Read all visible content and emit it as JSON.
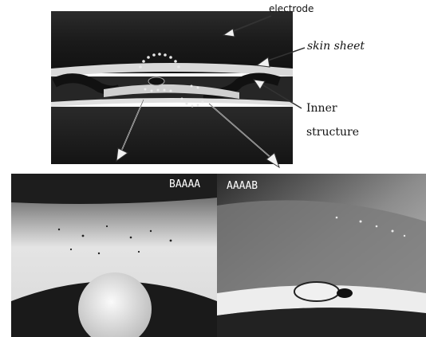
{
  "labels": {
    "electrode": "electrode",
    "skin_sheet": "skin sheet",
    "inner_line1": "Inner",
    "inner_line2": "structure"
  },
  "panel_codes": {
    "left": "BAAAA",
    "right": "AAAAB"
  },
  "colors": {
    "background": "#ffffff",
    "photo_dark": "#1f1f1f",
    "photo_light": "#e6e6e6",
    "annotation_white": "#f5f5f5"
  }
}
